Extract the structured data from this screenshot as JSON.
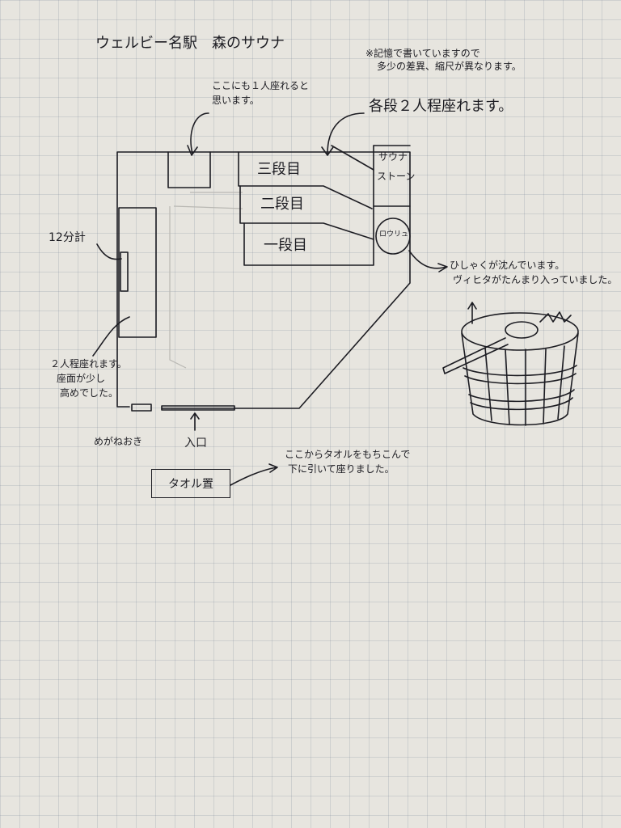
{
  "header": {
    "title": "ウェルビー名駅　森のサウナ",
    "note_line1": "※記憶で書いていますので",
    "note_line2": "多少の差異、縮尺が異なります。"
  },
  "annotations": {
    "extra_seat_line1": "ここにも１人座れると",
    "extra_seat_line2": "思います。",
    "each_tier": "各段２人程座れます。",
    "timer": "12分計",
    "bench_line1": "２人程座れます。",
    "bench_line2": "座面が少し",
    "bench_line3": "高めでした。",
    "glasses": "めがねおき",
    "entrance": "入口",
    "towel_note_line1": "ここからタオルをもちこんで",
    "towel_note_line2": "下に引いて座りました。",
    "bucket_line1": "ひしゃくが沈んでいます。",
    "bucket_line2": "ヴィヒタがたんまり入っていました。"
  },
  "room": {
    "tier3": "三段目",
    "tier2": "二段目",
    "tier1": "一段目",
    "stove_line1": "サウナ",
    "stove_line2": "ストーン",
    "bucket_label": "ロウリュ",
    "towel_rack": "タオル置"
  }
}
